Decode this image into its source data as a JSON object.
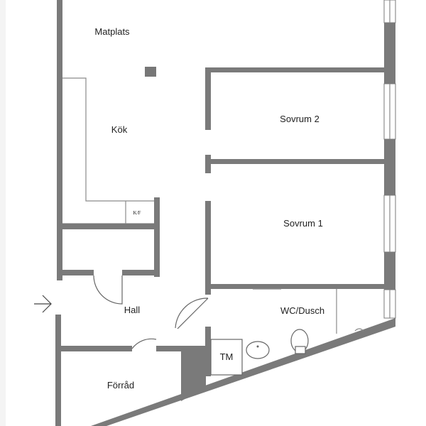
{
  "rooms": {
    "matplats": "Matplats",
    "kok": "Kök",
    "kf": "K/F",
    "sovrum2": "Sovrum 2",
    "sovrum1": "Sovrum 1",
    "hall": "Hall",
    "wc": "WC/Dusch",
    "tm": "TM",
    "forrad": "Förråd"
  },
  "colors": {
    "wall": "#7a7a7a",
    "background": "#ffffff"
  },
  "icons": [
    "entry-arrow-icon",
    "toilet-icon",
    "sink-icon",
    "faucet-icon",
    "pillar-icon"
  ]
}
